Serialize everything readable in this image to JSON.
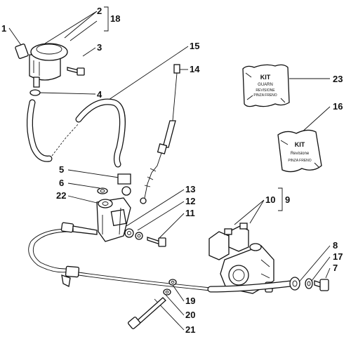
{
  "diagram": {
    "callouts": [
      {
        "id": "c1",
        "text": "1"
      },
      {
        "id": "c2",
        "text": "2"
      },
      {
        "id": "c18",
        "text": "18"
      },
      {
        "id": "c3",
        "text": "3"
      },
      {
        "id": "c4",
        "text": "4"
      },
      {
        "id": "c15",
        "text": "15"
      },
      {
        "id": "c14",
        "text": "14"
      },
      {
        "id": "c23",
        "text": "23"
      },
      {
        "id": "c16",
        "text": "16"
      },
      {
        "id": "c5",
        "text": "5"
      },
      {
        "id": "c6",
        "text": "6"
      },
      {
        "id": "c22",
        "text": "22"
      },
      {
        "id": "c13",
        "text": "13"
      },
      {
        "id": "c12",
        "text": "12"
      },
      {
        "id": "c11",
        "text": "11"
      },
      {
        "id": "c10",
        "text": "10"
      },
      {
        "id": "c9",
        "text": "9"
      },
      {
        "id": "c8",
        "text": "8"
      },
      {
        "id": "c17",
        "text": "17"
      },
      {
        "id": "c7",
        "text": "7"
      },
      {
        "id": "c19",
        "text": "19"
      },
      {
        "id": "c20",
        "text": "20"
      },
      {
        "id": "c21",
        "text": "21"
      }
    ],
    "kits": {
      "gasket_kit": {
        "line1": "KIT",
        "line2": "GUARN",
        "line3": "REVISIONE",
        "line4": "PINZA FRENO"
      },
      "revision_kit": {
        "line1": "KIT",
        "line2": "Revisione",
        "line3": "PINZA FRENO"
      }
    }
  }
}
